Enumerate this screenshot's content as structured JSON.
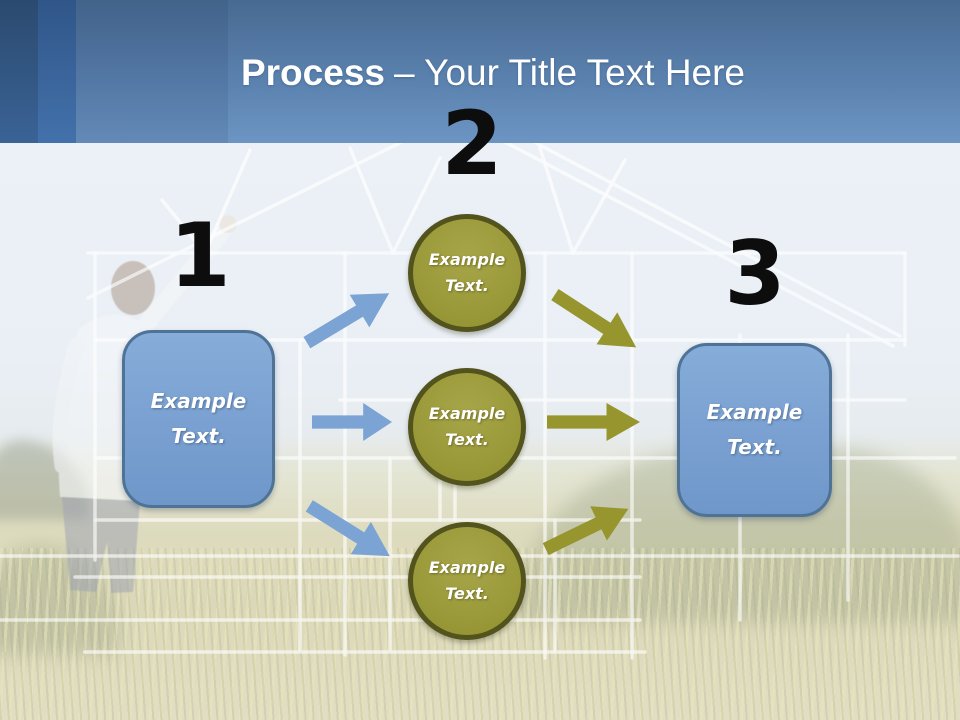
{
  "slide": {
    "title": {
      "emphasis": "Process",
      "rest": "– Your Title Text Here"
    }
  },
  "steps": [
    {
      "number": "1",
      "shape": "rounded-box",
      "label": "Example Text."
    },
    {
      "number": "2",
      "shape": "circle-column",
      "circles": [
        {
          "label": "Example Text."
        },
        {
          "label": "Example Text."
        },
        {
          "label": "Example Text."
        }
      ]
    },
    {
      "number": "3",
      "shape": "rounded-box",
      "label": "Example Text."
    }
  ],
  "arrows": {
    "blue": [
      {
        "name": "arrow-up-right"
      },
      {
        "name": "arrow-right"
      },
      {
        "name": "arrow-down-right"
      }
    ],
    "olive": [
      {
        "name": "arrow-down-right"
      },
      {
        "name": "arrow-right"
      },
      {
        "name": "arrow-up-right"
      }
    ]
  },
  "colors": {
    "header_blue_top": "#486a91",
    "header_blue_bottom": "#6d95c3",
    "accent_bar_dark": "#2b4a6f",
    "accent_bar_medium": "#39648f",
    "box_blue_fill": "#7ca5d6",
    "box_blue_border": "#4f7396",
    "circle_olive_fill": "#9c9b3b",
    "circle_olive_border": "#53531d",
    "arrow_blue": "#7ba3d4",
    "arrow_olive": "#96952e",
    "number_color": "#0d0d0d",
    "title_color": "#ffffff"
  }
}
